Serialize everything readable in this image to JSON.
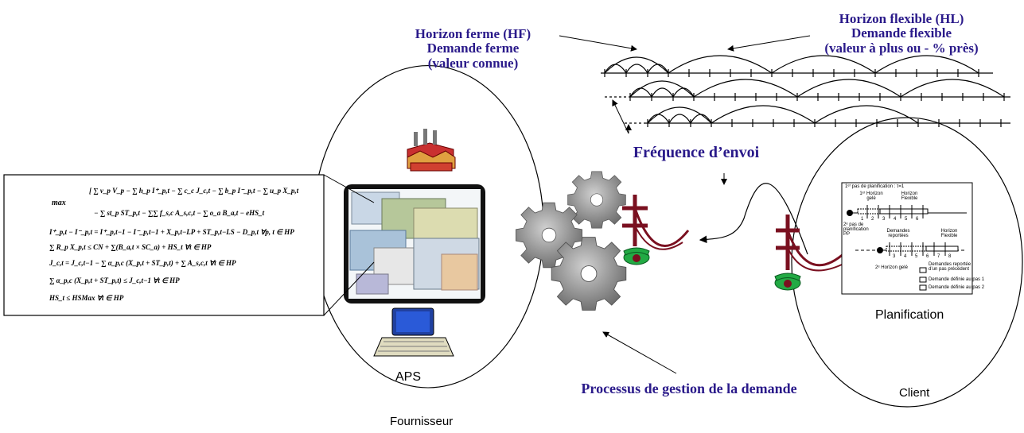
{
  "labels": {
    "hf": [
      "Horizon ferme (HF)",
      "Demande ferme",
      "(valeur connue)"
    ],
    "hl": [
      "Horizon flexible (HL)",
      "Demande flexible",
      "(valeur à plus ou - % près)"
    ],
    "frequence": "Fréquence d’envoi",
    "processus": "Processus de gestion de la demande",
    "aps": "APS",
    "fournisseur": "Fournisseur",
    "planification": "Planification",
    "client": "Client"
  },
  "model": {
    "objective": [
      "max",
      "−  ∑ st_p ST_p,t  −  ∑∑ f_s,c A_s,c,t  −  ∑ o_a B_a,t  −  eHS_t"
    ],
    "objective_top": "[ ∑ v_p V_p  −  ∑ h_p I⁺_p,t  −  ∑ c_c J_c,t  −  ∑ b_p I⁻_p,t  −  ∑ u_p X_p,t",
    "constraints": [
      "I⁺_p,t − I⁻_p,t = I⁺_p,t−1 − I⁻_p,t−1 + X_p,t−LP + ST_p,t−LS − D_p,t   ∀p, t ∈ HP",
      "∑ R_p X_p,t ≤ CN + ∑(B_a,t × SC_a) + HS_t   ∀t ∈ HP",
      "J_c,t = J_c,t−1 − ∑ α_p,c (X_p,t + ST_p,t) + ∑ A_s,c,t   ∀t ∈ HP",
      "∑ α_p,c (X_p,t + ST_p,t) ≤ J_c,t−1   ∀t ∈ HP",
      "HS_t ≤ HSMax  ∀t ∈ HP"
    ]
  },
  "planning_chart": {
    "step1": "1ᵉʳ pas de planification :  τ=1",
    "gele1": "1ᵉʳ Horizon gelé",
    "flexible": "Horizon Flexible",
    "step2": "2ᵉ pas de planification PP",
    "reportees": "Demandes reportées",
    "gele2": "2ᵉ Horizon gelé",
    "row1_nums": [
      "1",
      "2",
      "3",
      "4",
      "5",
      "6"
    ],
    "row2_nums": [
      "3",
      "4",
      "5",
      "6",
      "7",
      "8"
    ],
    "legend": [
      "Demandes reportée d’un pas précédent",
      "Demande définie au pas 1",
      "Demande définie au pas 2"
    ]
  },
  "colors": {
    "title": "#2a1a8a",
    "wire": "#7a1020",
    "phone": "#22aa44",
    "gear": "#8a8a8a"
  }
}
